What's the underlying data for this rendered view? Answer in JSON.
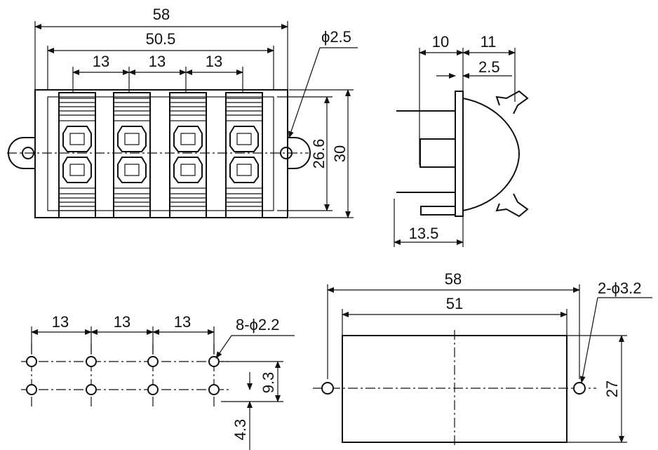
{
  "front_view": {
    "overall_width": "58",
    "inner_width": "50.5",
    "pitch_1": "13",
    "pitch_2": "13",
    "pitch_3": "13",
    "hole": "ϕ2.5",
    "inner_height": "26.6",
    "overall_height": "30"
  },
  "side_view": {
    "depth_front": "10",
    "depth_back": "11",
    "offset": "2.5",
    "pin_length": "13.5"
  },
  "pcb_layout": {
    "pitch_1": "13",
    "pitch_2": "13",
    "pitch_3": "13",
    "holes": "8-ϕ2.2",
    "row_spacing": "9.3",
    "pin_offset": "4.3"
  },
  "panel_cutout": {
    "overall_width": "58",
    "cutout_width": "51",
    "holes": "2-ϕ3.2",
    "cutout_height": "27"
  }
}
